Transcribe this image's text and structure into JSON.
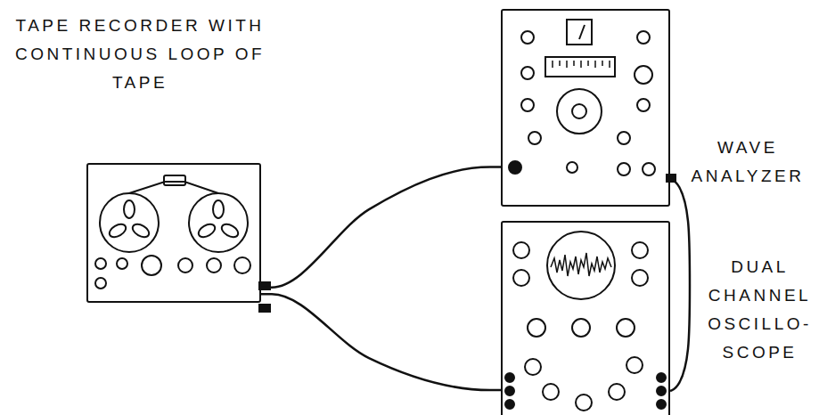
{
  "diagram": {
    "nodes": [
      {
        "text": [
          "TAPE RECORDER WITH CONTINUOUS LOOP OF TAPE"
        ]
      },
      {
        "text": [
          "WAVE ANALYZER"
        ]
      },
      {
        "text": [
          "DUAL CHANNEL OSCILLO- SCOPE"
        ]
      }
    ],
    "edges": [
      {
        "from": 0,
        "to": 1,
        "arrow": "none"
      },
      {
        "from": 0,
        "to": 2,
        "arrow": "none"
      },
      {
        "from": 1,
        "to": 2,
        "arrow": "none"
      }
    ]
  }
}
